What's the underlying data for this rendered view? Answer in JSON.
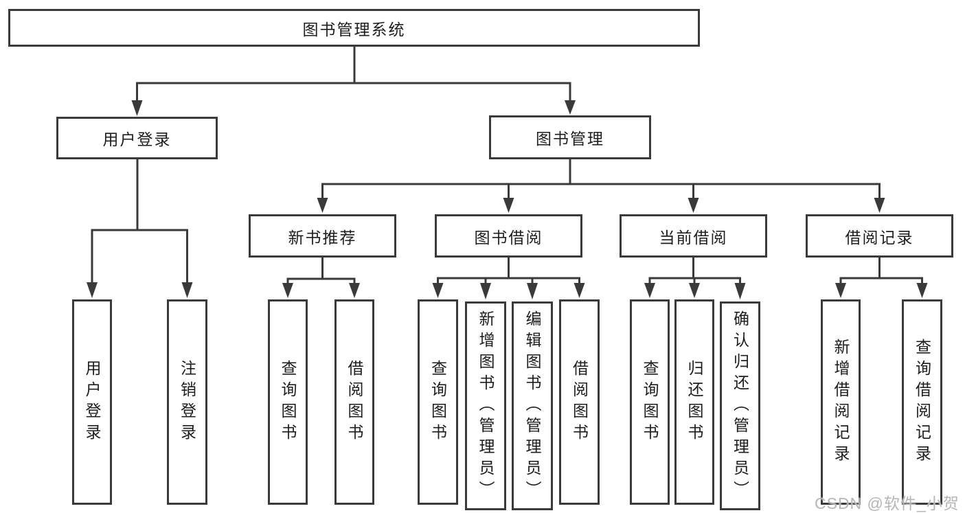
{
  "diagram": {
    "type": "tree",
    "title": "图书管理系统",
    "nodes": {
      "root": {
        "label": "图书管理系统"
      },
      "user_login": {
        "label": "用户登录"
      },
      "book_management": {
        "label": "图书管理"
      },
      "new_book_recommend": {
        "label": "新书推荐"
      },
      "book_borrowing": {
        "label": "图书借阅"
      },
      "current_borrowing": {
        "label": "当前借阅"
      },
      "borrowing_records": {
        "label": "借阅记录"
      },
      "leaf_user_login": {
        "label": "用户登录"
      },
      "leaf_logout": {
        "label": "注销登录"
      },
      "nb_query_books": {
        "label": "查询图书"
      },
      "nb_borrow_books": {
        "label": "借阅图书"
      },
      "bb_query_books": {
        "label": "查询图书"
      },
      "bb_add_books": {
        "label": "新增图书（管理员）"
      },
      "bb_edit_books": {
        "label": "编辑图书（管理员）"
      },
      "bb_borrow_books": {
        "label": "借阅图书"
      },
      "cb_query_books": {
        "label": "查询图书"
      },
      "cb_return_books": {
        "label": "归还图书"
      },
      "cb_confirm_return": {
        "label": "确认归还（管理员）"
      },
      "br_add_record": {
        "label": "新增借阅记录"
      },
      "br_query_record": {
        "label": "查询借阅记录"
      }
    },
    "hierarchy": {
      "图书管理系统": {
        "用户登录": [
          "用户登录",
          "注销登录"
        ],
        "图书管理": {
          "新书推荐": [
            "查询图书",
            "借阅图书"
          ],
          "图书借阅": [
            "查询图书",
            "新增图书（管理员）",
            "编辑图书（管理员）",
            "借阅图书"
          ],
          "当前借阅": [
            "查询图书",
            "归还图书",
            "确认归还（管理员）"
          ],
          "借阅记录": [
            "新增借阅记录",
            "查询借阅记录"
          ]
        }
      }
    },
    "colors": {
      "line": "#3a3a3a",
      "box_border": "#3a3a3a",
      "text": "#1d1d1d",
      "background": "#ffffff",
      "watermark": "#b2b2b2"
    }
  },
  "watermark": {
    "text": "CSDN @软件_小贺同学"
  }
}
